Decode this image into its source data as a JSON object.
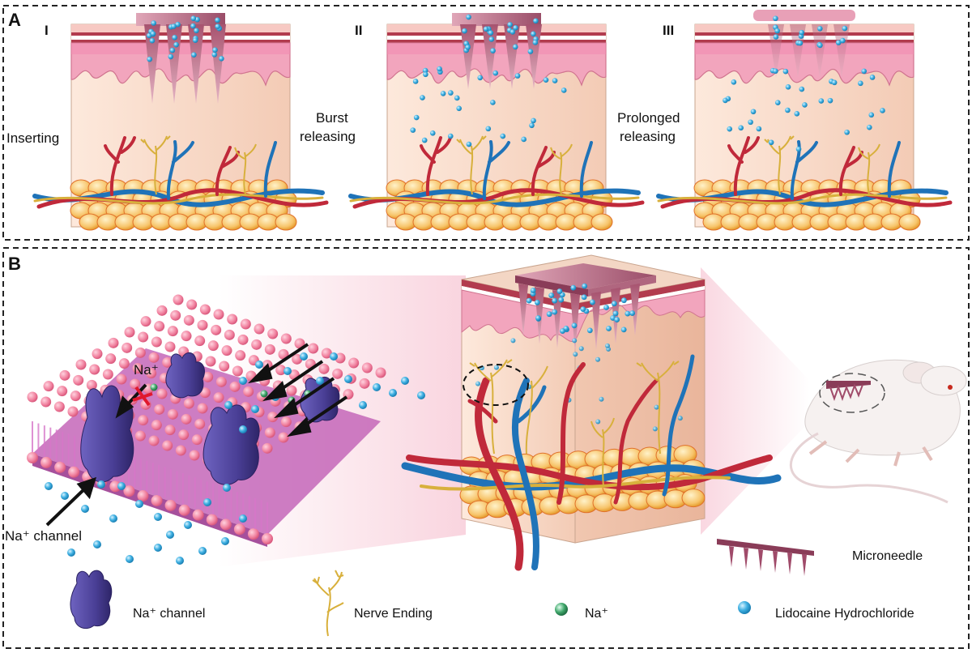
{
  "panel_a": {
    "letter": "A",
    "steps": [
      {
        "numeral": "I",
        "action": [
          "Inserting"
        ]
      },
      {
        "numeral": "II",
        "action": [
          "Burst",
          "releasing"
        ]
      },
      {
        "numeral": "III",
        "action": [
          "Prolonged",
          "releasing"
        ]
      }
    ]
  },
  "panel_b": {
    "letter": "B",
    "na_label": "Na⁺",
    "na_channel_label": "Na⁺ channel",
    "microneedle_label": "Microneedle"
  },
  "legend": [
    {
      "icon": "na-channel-icon",
      "label": "Na⁺ channel"
    },
    {
      "icon": "nerve-ending-icon",
      "label": "Nerve Ending"
    },
    {
      "icon": "sodium-ion-icon",
      "label": "Na⁺"
    },
    {
      "icon": "lidocaine-icon",
      "label": "Lidocaine Hydrochloride"
    }
  ],
  "colors": {
    "skin": "#f6d9c6",
    "epidermis": "#f2a5bd",
    "drug_particle": "#3fb0e2",
    "sodium_ion": "#3fa66a",
    "channel": "#4a3f96",
    "membrane": "#f07f9d",
    "artery": "#c0293a",
    "vein": "#1f73b8",
    "nerve": "#d8b03c",
    "fat": "#f7c46a"
  }
}
